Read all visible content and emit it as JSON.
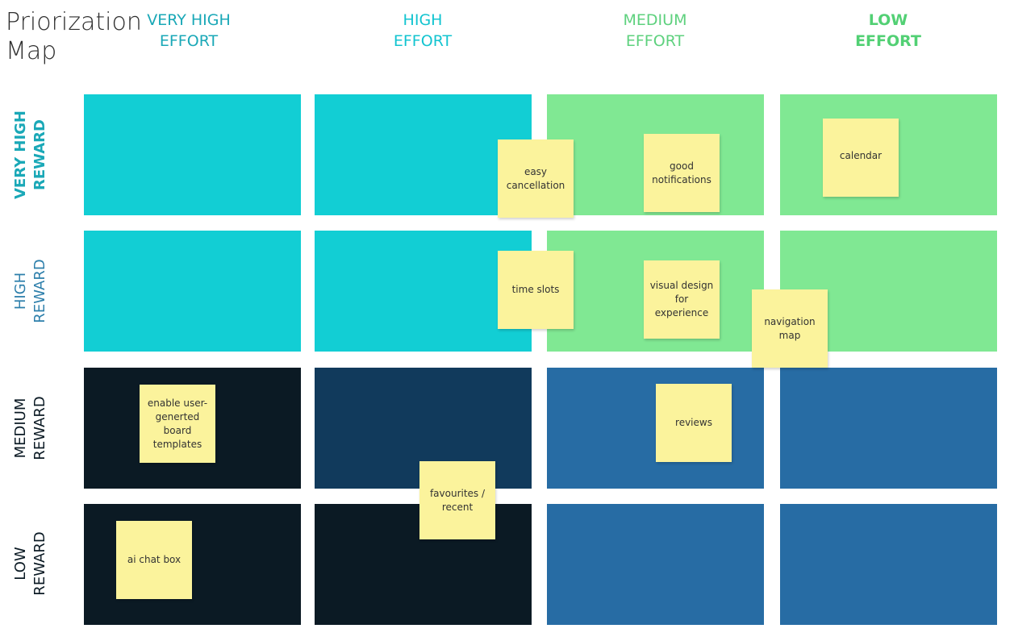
{
  "title": "Priorization\nMap",
  "columns": [
    {
      "label": "VERY HIGH\nEFFORT",
      "color": "#1aa8b7"
    },
    {
      "label": "HIGH\nEFFORT",
      "color": "#12c4d0"
    },
    {
      "label": "MEDIUM\nEFFORT",
      "color": "#5ed17e"
    },
    {
      "label": "LOW\nEFFORT",
      "color": "#52d074"
    }
  ],
  "rows": [
    {
      "label": "VERY HIGH\nREWARD",
      "color": "#1aa8b7"
    },
    {
      "label": "HIGH\nREWARD",
      "color": "#2d7fab"
    },
    {
      "label": "MEDIUM\nREWARD",
      "color": "#0b1a24"
    },
    {
      "label": "LOW\nREWARD",
      "color": "#0b1a24"
    }
  ],
  "cell_colors": {
    "cyan": "#12ced4",
    "green": "#80e893",
    "black": "#0b1a24",
    "navy": "#113a5c",
    "blue": "#276ca4"
  },
  "notes": {
    "easy_cancellation": "easy\ncancellation",
    "good_notifications": "good\nnotifications",
    "calendar": "calendar",
    "time_slots": "time slots",
    "visual_design": "visual design\nfor\nexperience",
    "navigation_map": "navigation\nmap",
    "enable_templates": "enable user-\ngenerted\nboard\ntemplates",
    "reviews": "reviews",
    "favourites": "favourites /\nrecent",
    "ai_chat": "ai chat box"
  },
  "note_color": "#fbf39c"
}
